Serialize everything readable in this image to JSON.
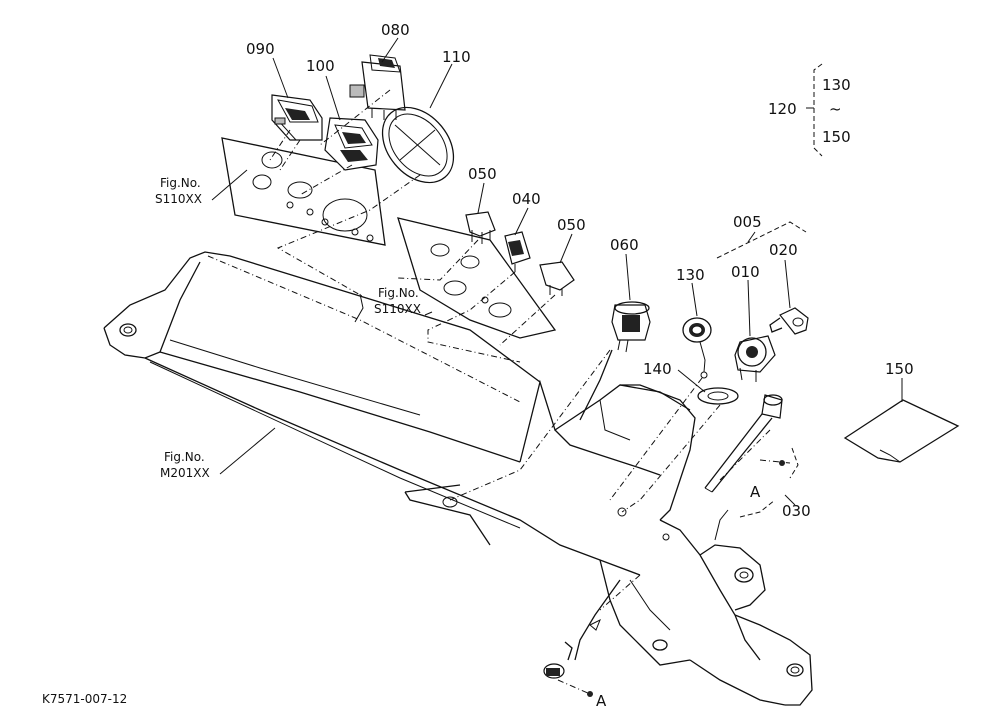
{
  "document_code": "K7571-007-12",
  "part_numbers": {
    "p005": "005",
    "p010": "010",
    "p020": "020",
    "p030": "030",
    "p040": "040",
    "p050a": "050",
    "p050b": "050",
    "p060": "060",
    "p080": "080",
    "p090": "090",
    "p100": "100",
    "p110": "110",
    "p120": "120",
    "p130": "130",
    "p130b": "130",
    "p140": "140",
    "p150": "150",
    "p150b": "150",
    "range_sep": "~"
  },
  "references": {
    "fig1_line1": "Fig.No.",
    "fig1_line2": "S110XX",
    "fig2_line1": "Fig.No.",
    "fig2_line2": "S110XX",
    "fig3_line1": "Fig.No.",
    "fig3_line2": "M201XX"
  },
  "markers": {
    "a_top": "A",
    "a_bottom": "A"
  }
}
